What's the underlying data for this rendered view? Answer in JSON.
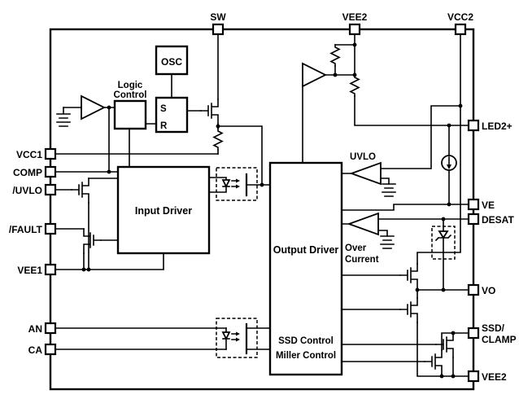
{
  "colors": {
    "ink": "#000000",
    "background": "#ffffff"
  },
  "pins": {
    "sw": "SW",
    "vee2_top": "VEE2",
    "vcc2": "VCC2",
    "led2_plus": "LED2+",
    "ve": "VE",
    "desat": "DESAT",
    "vo": "VO",
    "ssd_line1": "SSD/",
    "ssd_line2": "CLAMP",
    "vee2_bottom": "VEE2",
    "vcc1": "VCC1",
    "comp": "COMP",
    "uvlo": "/UVLO",
    "fault": "/FAULT",
    "vee1": "VEE1",
    "an": "AN",
    "ca": "CA"
  },
  "blocks": {
    "osc": "OSC",
    "logic_line1": "Logic",
    "logic_line2": "Control",
    "latch_s": "S",
    "latch_r": "R",
    "input_driver": "Input Driver",
    "output_driver": "Output Driver",
    "uvlo_label": "UVLO",
    "overcurrent_line1": "Over",
    "overcurrent_line2": "Current",
    "ssd_control": "SSD Control",
    "miller_control": "Miller Control"
  }
}
